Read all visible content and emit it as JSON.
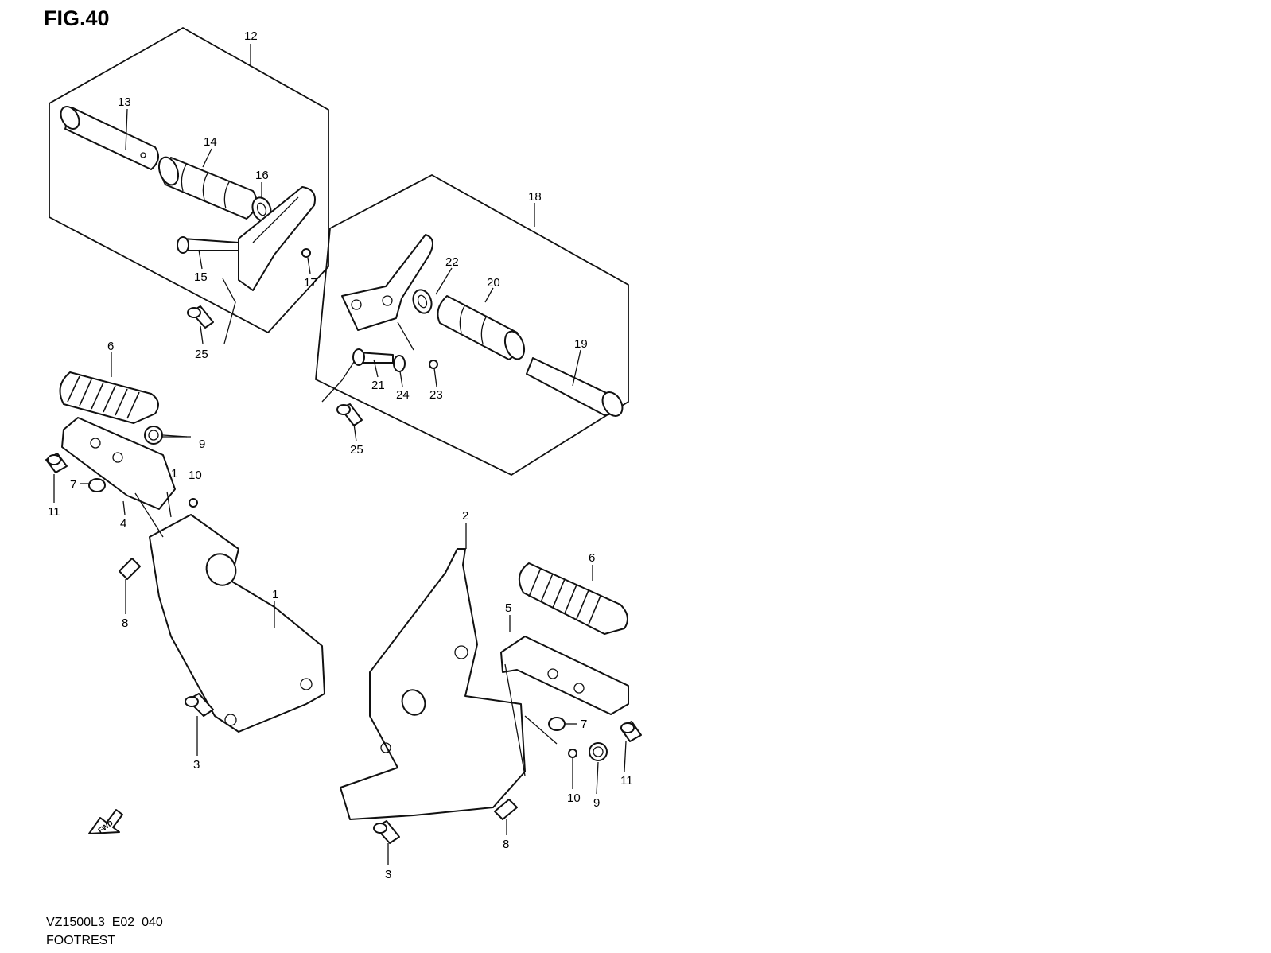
{
  "figure": {
    "title": "FIG.40",
    "model_code": "VZ1500L3_E02_040",
    "caption": "FOOTREST",
    "fwd_label": "FWD"
  },
  "callouts": [
    {
      "id": "c12a",
      "label": "12"
    },
    {
      "id": "c13",
      "label": "13"
    },
    {
      "id": "c14",
      "label": "14"
    },
    {
      "id": "c16",
      "label": "16"
    },
    {
      "id": "c15",
      "label": "15"
    },
    {
      "id": "c17",
      "label": "17"
    },
    {
      "id": "c25a",
      "label": "25"
    },
    {
      "id": "c18",
      "label": "18"
    },
    {
      "id": "c22",
      "label": "22"
    },
    {
      "id": "c20",
      "label": "20"
    },
    {
      "id": "c19",
      "label": "19"
    },
    {
      "id": "c21",
      "label": "21"
    },
    {
      "id": "c24",
      "label": "24"
    },
    {
      "id": "c23",
      "label": "23"
    },
    {
      "id": "c25b",
      "label": "25"
    },
    {
      "id": "c6a",
      "label": "6"
    },
    {
      "id": "c9a",
      "label": "9"
    },
    {
      "id": "c1a",
      "label": "1"
    },
    {
      "id": "c10a",
      "label": "10"
    },
    {
      "id": "c7a",
      "label": "7"
    },
    {
      "id": "c11a",
      "label": "11"
    },
    {
      "id": "c4",
      "label": "4"
    },
    {
      "id": "c8a",
      "label": "8"
    },
    {
      "id": "c1b",
      "label": "1"
    },
    {
      "id": "c3a",
      "label": "3"
    },
    {
      "id": "c2",
      "label": "2"
    },
    {
      "id": "c6b",
      "label": "6"
    },
    {
      "id": "c5",
      "label": "5"
    },
    {
      "id": "c7b",
      "label": "7"
    },
    {
      "id": "c10b",
      "label": "10"
    },
    {
      "id": "c9b",
      "label": "9"
    },
    {
      "id": "c11b",
      "label": "11"
    },
    {
      "id": "c8b",
      "label": "8"
    },
    {
      "id": "c3b",
      "label": "3"
    }
  ]
}
